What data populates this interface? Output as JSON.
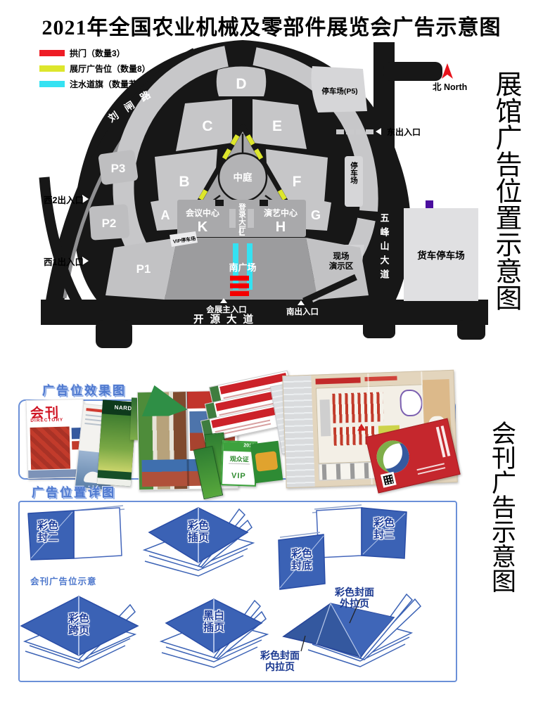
{
  "title": "2021年全国农业机械及零部件展览会广告示意图",
  "legend": {
    "items": [
      {
        "label": "拱门（数量3）",
        "color": "#ee1c25"
      },
      {
        "label": "展厅广告位（数量8）",
        "color": "#dde62c"
      },
      {
        "label": "注水道旗（数量若干）",
        "color": "#35e2f2"
      }
    ]
  },
  "compass": {
    "label": "北 North"
  },
  "map": {
    "roads": {
      "liuzha": "刘闸路",
      "wufengshan": "五峰山大道",
      "kaiyuan": "开源大道"
    },
    "halls": {
      "a": "A",
      "b": "B",
      "c": "C",
      "d": "D",
      "e": "E",
      "f": "F",
      "g": "G"
    },
    "atrium": "中庭",
    "conference_center": "会议中心",
    "conference_letter": "K",
    "registration_hall": "登录大厅",
    "registration_letter": "L",
    "performance_center": "演艺中心",
    "performance_letter": "H",
    "south_plaza": "南广场",
    "vip_parking": "VIP停车场",
    "parking": {
      "p1": "P1",
      "p2": "P2",
      "p3": "P3",
      "p5": "停车场(P5)",
      "east": "停车场",
      "truck": "货车停车场"
    },
    "demo_area_line1": "现场",
    "demo_area_line2": "演示区",
    "entrances": {
      "east": "东出入口",
      "west2": "西2出入口",
      "west1": "西1出入口",
      "main": "会展主入口",
      "south": "南出入口"
    }
  },
  "right_titles": {
    "top": "展馆广告位置示意图",
    "bottom": "会刊广告示意图"
  },
  "sections": {
    "effect": "广告位效果图",
    "detail": "广告位置详图",
    "note": "会刊广告位示意"
  },
  "collage": {
    "journal_cn": "会刊",
    "journal_en": "DIRECTORY",
    "nardi": "NARDI",
    "badge": "观众证",
    "vip": "VIP",
    "year": "2012"
  },
  "books": {
    "cover2": "彩色封二",
    "insert": "彩色插页",
    "cover3": "彩色封三",
    "back": "彩色封底",
    "spread": "彩色跨页",
    "bw": "黑白插页",
    "gatefold_outer": "彩色封面外拉页",
    "gatefold_inner": "彩色封面内拉页"
  },
  "colors": {
    "arch_red": "#ee1c25",
    "booth_yellow": "#dde62c",
    "flag_cyan": "#35e2f2",
    "book_blue": "#3b62b5",
    "header_blue": "#4f79cf",
    "purple_marker": "#4a0d9e"
  }
}
